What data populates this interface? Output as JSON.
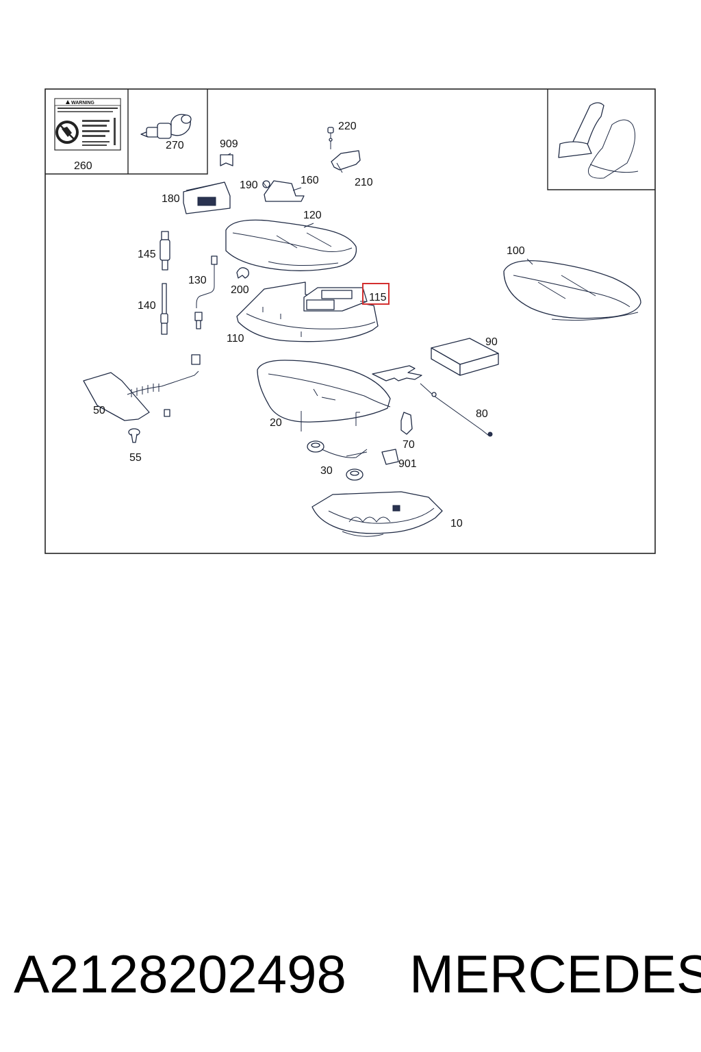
{
  "diagram": {
    "warning_label": {
      "title": "WARNING"
    },
    "highlighted_part": "115",
    "highlight_color": "#d32f2f",
    "line_color": "#1f2a44",
    "callouts": [
      "260",
      "270",
      "909",
      "220",
      "210",
      "160",
      "190",
      "180",
      "120",
      "145",
      "130",
      "200",
      "140",
      "115",
      "100",
      "110",
      "90",
      "50",
      "20",
      "80",
      "55",
      "70",
      "901",
      "30",
      "10"
    ]
  },
  "caption": {
    "part_number": "A2128202498",
    "brand": "MERCEDES"
  }
}
